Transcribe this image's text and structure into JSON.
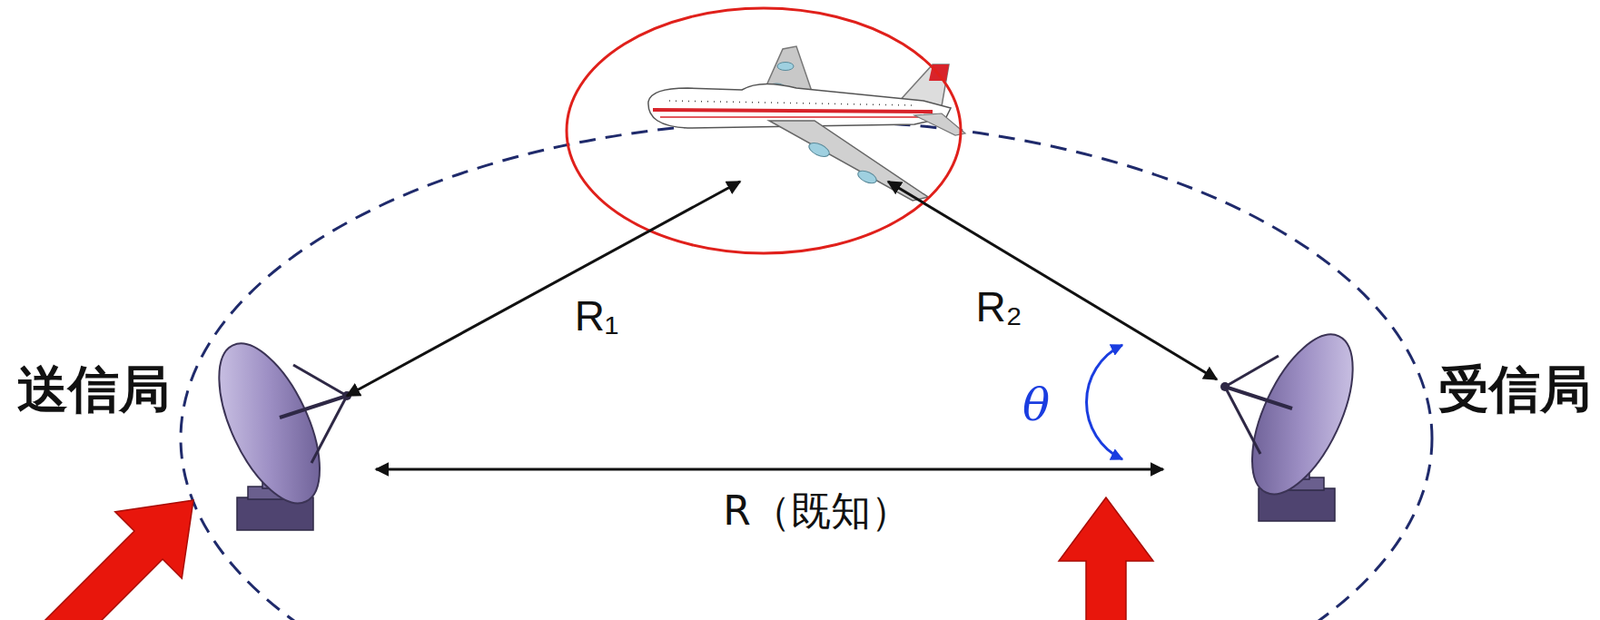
{
  "diagram": {
    "nodes": [
      {
        "text": [
          "送信局"
        ]
      },
      {
        "text": [
          "受信局"
        ]
      }
    ],
    "edges": [
      {
        "from": 0,
        "to": 1,
        "label": "R（既知）",
        "arrow": "both"
      }
    ],
    "labels": [
      "R₁",
      "R₂",
      "θ"
    ]
  }
}
